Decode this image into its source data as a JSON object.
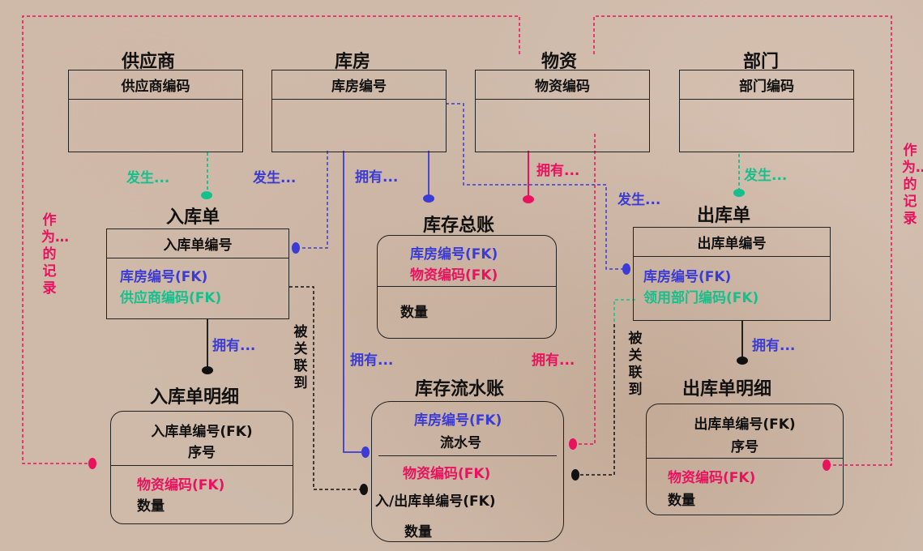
{
  "entities": {
    "supplier": {
      "title": "供应商",
      "key": "供应商编码"
    },
    "warehouse": {
      "title": "库房",
      "key": "库房编号"
    },
    "material": {
      "title": "物资",
      "key": "物资编码"
    },
    "department": {
      "title": "部门",
      "key": "部门编码"
    },
    "inbound": {
      "title": "入库单",
      "key": "入库单编号",
      "fk1": "库房编号(FK)",
      "fk2": "供应商编码(FK)"
    },
    "ledger": {
      "title": "库存总账",
      "fk1": "库房编号(FK)",
      "fk2": "物资编码(FK)",
      "attr": "数量"
    },
    "outbound": {
      "title": "出库单",
      "key": "出库单编号",
      "fk1": "库房编号(FK)",
      "fk2": "领用部门编码(FK)"
    },
    "inbound_detail": {
      "title": "入库单明细",
      "key1": "入库单编号(FK)",
      "key2": "序号",
      "fk": "物资编码(FK)",
      "attr": "数量"
    },
    "flow": {
      "title": "库存流水账",
      "key1": "库房编号(FK)",
      "key2": "流水号",
      "fk1": "物资编码(FK)",
      "fk2": "入/出库单编号(FK)",
      "attr": "数量"
    },
    "outbound_detail": {
      "title": "出库单明细",
      "key1": "出库单编号(FK)",
      "key2": "序号",
      "fk": "物资编码(FK)",
      "attr": "数量"
    }
  },
  "relations": {
    "supplier_inbound": "发生...",
    "warehouse_inbound": "发生...",
    "warehouse_ledger": "拥有...",
    "material_ledger": "拥有...",
    "warehouse_outbound": "发生...",
    "department_outbound": "发生...",
    "inbound_detail": "拥有...",
    "warehouse_flow": "拥有...",
    "material_flow": "拥有...",
    "outbound_detail": "拥有...",
    "associated_left": "被关联到",
    "associated_right": "被关联到",
    "record_left": "作为…的记录",
    "record_right": "作为…的记录"
  },
  "colors": {
    "blue": "#3b3bd6",
    "red": "#e8125e",
    "green": "#16c08d",
    "black": "#111111"
  }
}
